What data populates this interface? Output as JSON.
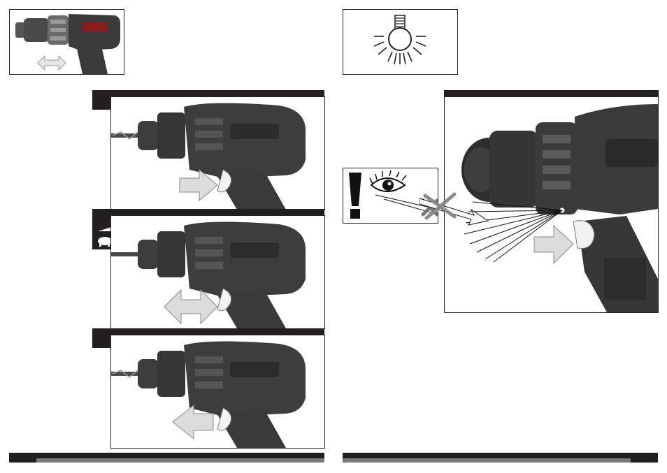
{
  "page": {
    "title": "",
    "left_page_number": "",
    "right_page_number": ""
  },
  "colors": {
    "dark": "#231f20",
    "footer_grey": "#7a7a7a",
    "tool_body": "#3b3b3b",
    "arrow_fill": "#dcdcdc"
  },
  "icons": {
    "direction_switch": "double-arrow-icon",
    "work_light": "light-bulb-icon",
    "forward": "arrow-right-icon",
    "variable_speed": "double-arrow-icon",
    "reverse": "arrow-left-icon",
    "slow": "turtle-icon",
    "fast": "rabbit-icon",
    "warning": "exclamation-icon",
    "eye": "eye-icon",
    "do_not_look": "cross-icon"
  },
  "panels": [
    {
      "id": "forward",
      "arrow": "right"
    },
    {
      "id": "variable-speed",
      "arrow": "both"
    },
    {
      "id": "reverse",
      "arrow": "left"
    }
  ]
}
